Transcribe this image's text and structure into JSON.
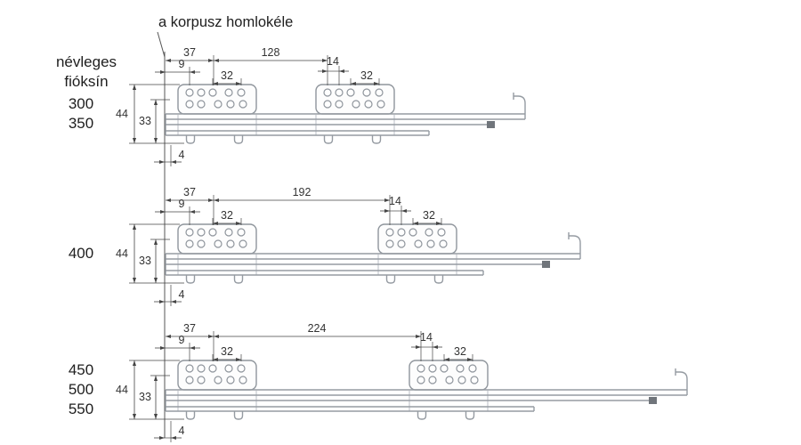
{
  "title": "a korpusz homlokéle",
  "row_header": {
    "line1": "névleges",
    "line2": "fióksín"
  },
  "shared_dims": {
    "front_offset": "37",
    "first_hole_offset": "9",
    "hole_pitch_front": "32",
    "rear_hole_offset": "14",
    "hole_pitch_rear": "32",
    "total_height": "44",
    "inner_height": "33",
    "bottom_clearance": "4"
  },
  "groups": [
    {
      "sizes": [
        "300",
        "350"
      ],
      "hole_span": "128"
    },
    {
      "sizes": [
        "400"
      ],
      "hole_span": "192"
    },
    {
      "sizes": [
        "450",
        "500",
        "550"
      ],
      "hole_span": "224"
    }
  ],
  "colors": {
    "dimension_line": "#444444",
    "metal_gray": "#959ba2",
    "text": "#333333",
    "background": "#ffffff"
  }
}
